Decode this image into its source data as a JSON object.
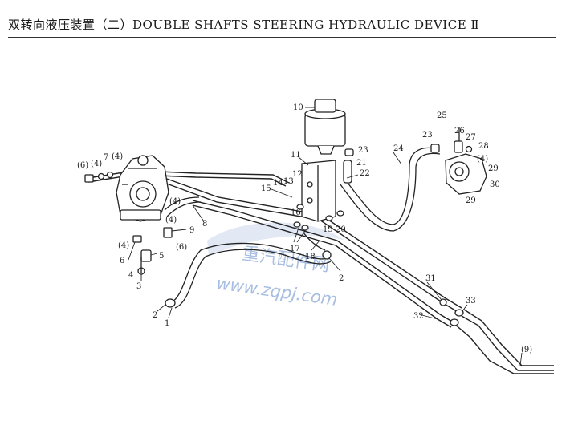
{
  "title": "双转向液压装置（二）DOUBLE SHAFTS STEERING HYDRAULIC DEVICE Ⅱ",
  "watermark": {
    "line1": "重汽配件网",
    "line2": "www.zqpj.com",
    "color": "#8aa8d8"
  },
  "callouts": [
    {
      "id": "c1",
      "text": "1"
    },
    {
      "id": "c2a",
      "text": "2"
    },
    {
      "id": "c2b",
      "text": "2"
    },
    {
      "id": "c3",
      "text": "3"
    },
    {
      "id": "c4a",
      "text": "4"
    },
    {
      "id": "c4b",
      "text": "(4)"
    },
    {
      "id": "c4c",
      "text": "(4)"
    },
    {
      "id": "c4d",
      "text": "(4)"
    },
    {
      "id": "c4e",
      "text": "(4)"
    },
    {
      "id": "c4f",
      "text": "(4)"
    },
    {
      "id": "c4g",
      "text": "(4)"
    },
    {
      "id": "c5",
      "text": "5"
    },
    {
      "id": "c6a",
      "text": "6"
    },
    {
      "id": "c6b",
      "text": "(6)"
    },
    {
      "id": "c6c",
      "text": "(6)"
    },
    {
      "id": "c7",
      "text": "7"
    },
    {
      "id": "c8",
      "text": "8"
    },
    {
      "id": "c9a",
      "text": "9"
    },
    {
      "id": "c9b",
      "text": "(9)"
    },
    {
      "id": "c10",
      "text": "10"
    },
    {
      "id": "c11",
      "text": "11"
    },
    {
      "id": "c12",
      "text": "12"
    },
    {
      "id": "c13",
      "text": "13"
    },
    {
      "id": "c14",
      "text": "14"
    },
    {
      "id": "c15",
      "text": "15"
    },
    {
      "id": "c16",
      "text": "16"
    },
    {
      "id": "c17",
      "text": "17"
    },
    {
      "id": "c18",
      "text": "18"
    },
    {
      "id": "c19",
      "text": "19"
    },
    {
      "id": "c20",
      "text": "20"
    },
    {
      "id": "c21",
      "text": "21"
    },
    {
      "id": "c22",
      "text": "22"
    },
    {
      "id": "c23a",
      "text": "23"
    },
    {
      "id": "c23b",
      "text": "23"
    },
    {
      "id": "c24",
      "text": "24"
    },
    {
      "id": "c25",
      "text": "25"
    },
    {
      "id": "c26",
      "text": "26"
    },
    {
      "id": "c27",
      "text": "27"
    },
    {
      "id": "c28",
      "text": "28"
    },
    {
      "id": "c29a",
      "text": "29"
    },
    {
      "id": "c29b",
      "text": "29"
    },
    {
      "id": "c30",
      "text": "30"
    },
    {
      "id": "c31",
      "text": "31"
    },
    {
      "id": "c32",
      "text": "32"
    },
    {
      "id": "c33",
      "text": "33"
    }
  ]
}
